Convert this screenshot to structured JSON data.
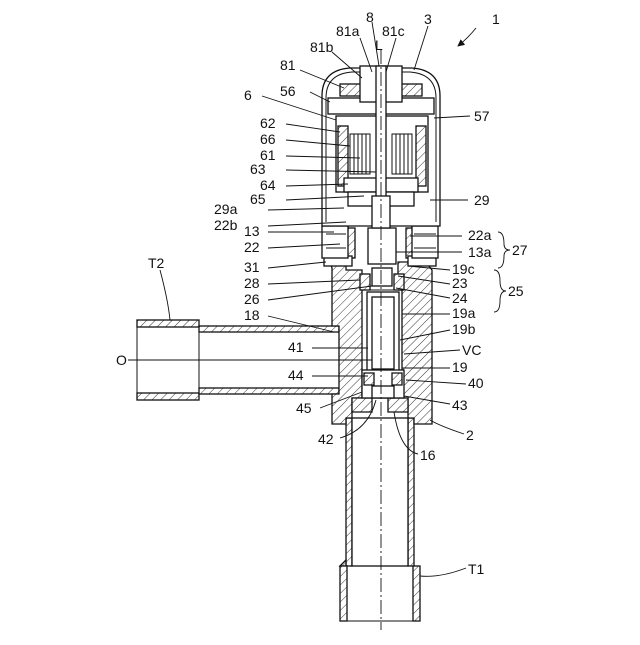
{
  "labels": {
    "l1": "1",
    "l3": "3",
    "l8": "8",
    "lL": "L",
    "l81a": "81a",
    "l81c": "81c",
    "l81b": "81b",
    "l81": "81",
    "l56": "56",
    "l57": "57",
    "l6": "6",
    "l62": "62",
    "l66": "66",
    "l61": "61",
    "l63": "63",
    "l64": "64",
    "l65": "65",
    "l29": "29",
    "l29a": "29a",
    "l22b": "22b",
    "l13": "13",
    "l22a": "22a",
    "l27": "27",
    "l22": "22",
    "l13a": "13a",
    "l31": "31",
    "l19c": "19c",
    "l23": "23",
    "lT2": "T2",
    "l28": "28",
    "l25": "25",
    "l26": "26",
    "l24": "24",
    "l18": "18",
    "l19a": "19a",
    "l19b": "19b",
    "l41": "41",
    "lVC": "VC",
    "lO": "O",
    "l19": "19",
    "l44": "44",
    "l40": "40",
    "l45": "45",
    "l43": "43",
    "l42": "42",
    "l2": "2",
    "l16": "16",
    "lT1": "T1"
  }
}
